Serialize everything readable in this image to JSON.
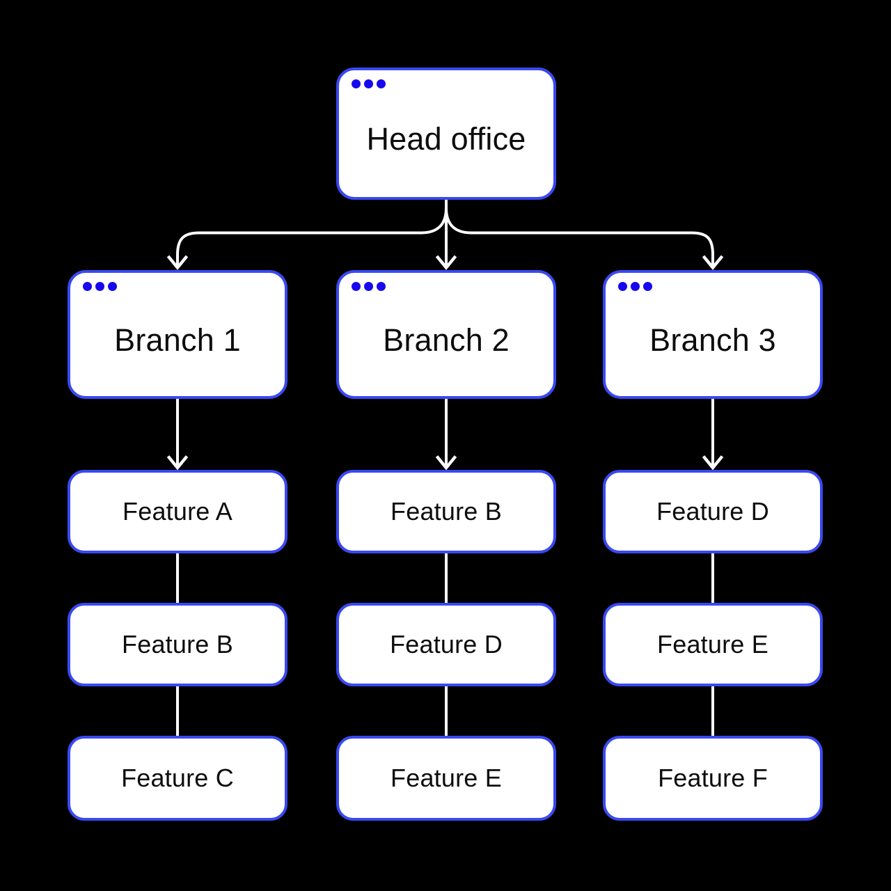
{
  "diagram": {
    "colors": {
      "background": "#000000",
      "node_fill": "#ffffff",
      "node_border": "#3a49f1",
      "window_dots": "#1607ee",
      "connector": "#ffffff",
      "text": "#0d0d0d"
    },
    "icons": {
      "window_controls": "three-dots-icon"
    },
    "nodes": {
      "head": {
        "label": "Head office"
      },
      "branches": [
        {
          "label": "Branch 1"
        },
        {
          "label": "Branch 2"
        },
        {
          "label": "Branch 3"
        }
      ],
      "feature_columns": [
        {
          "branch": "Branch 1",
          "features": [
            "Feature A",
            "Feature B",
            "Feature C"
          ]
        },
        {
          "branch": "Branch 2",
          "features": [
            "Feature B",
            "Feature D",
            "Feature E"
          ]
        },
        {
          "branch": "Branch 3",
          "features": [
            "Feature D",
            "Feature E",
            "Feature F"
          ]
        }
      ]
    }
  }
}
